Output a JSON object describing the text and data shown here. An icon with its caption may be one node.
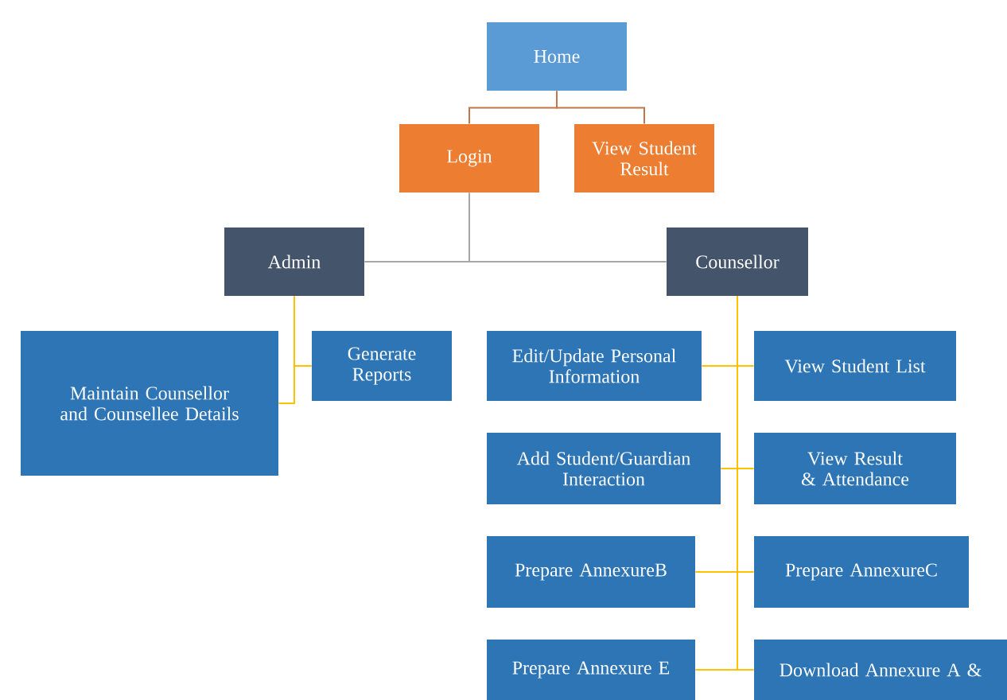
{
  "diagram": {
    "nodes": [
      {
        "text": [
          "Home"
        ]
      },
      {
        "text": [
          "Login"
        ]
      },
      {
        "text": [
          "View Student Result"
        ]
      },
      {
        "text": [
          "Admin"
        ]
      },
      {
        "text": [
          "Counsellor"
        ]
      },
      {
        "text": [
          "Maintain Counsellor and Counsellee Details"
        ]
      },
      {
        "text": [
          "Generate Reports"
        ]
      },
      {
        "text": [
          "Edit/Update Personal Information"
        ]
      },
      {
        "text": [
          "View Student List"
        ]
      },
      {
        "text": [
          "Add Student/Guardian Interaction"
        ]
      },
      {
        "text": [
          "View Result & Attendance"
        ]
      },
      {
        "text": [
          "Prepare AnnexureB"
        ]
      },
      {
        "text": [
          "Prepare AnnexureC"
        ]
      },
      {
        "text": [
          "Prepare Annexure E"
        ]
      },
      {
        "text": [
          "Download Annexure A &"
        ]
      }
    ],
    "edges": [
      {
        "from": 0,
        "to": 1,
        "arrow": "none",
        "color": "#c0784a"
      },
      {
        "from": 0,
        "to": 2,
        "arrow": "none",
        "color": "#c0784a"
      },
      {
        "from": 1,
        "to": 3,
        "arrow": "none",
        "color": "#a6a6a6"
      },
      {
        "from": 1,
        "to": 4,
        "arrow": "none",
        "color": "#a6a6a6"
      },
      {
        "from": 3,
        "to": 5,
        "arrow": "none"
      },
      {
        "from": 3,
        "to": 6,
        "arrow": "none"
      },
      {
        "from": 4,
        "to": 7,
        "arrow": "none"
      },
      {
        "from": 4,
        "to": 8,
        "arrow": "none"
      },
      {
        "from": 4,
        "to": 9,
        "arrow": "none"
      },
      {
        "from": 4,
        "to": 10,
        "arrow": "none"
      },
      {
        "from": 4,
        "to": 11,
        "arrow": "none"
      },
      {
        "from": 4,
        "to": 12,
        "arrow": "none"
      },
      {
        "from": 4,
        "to": 13,
        "arrow": "none"
      },
      {
        "from": 4,
        "to": 14,
        "arrow": "none"
      }
    ]
  }
}
